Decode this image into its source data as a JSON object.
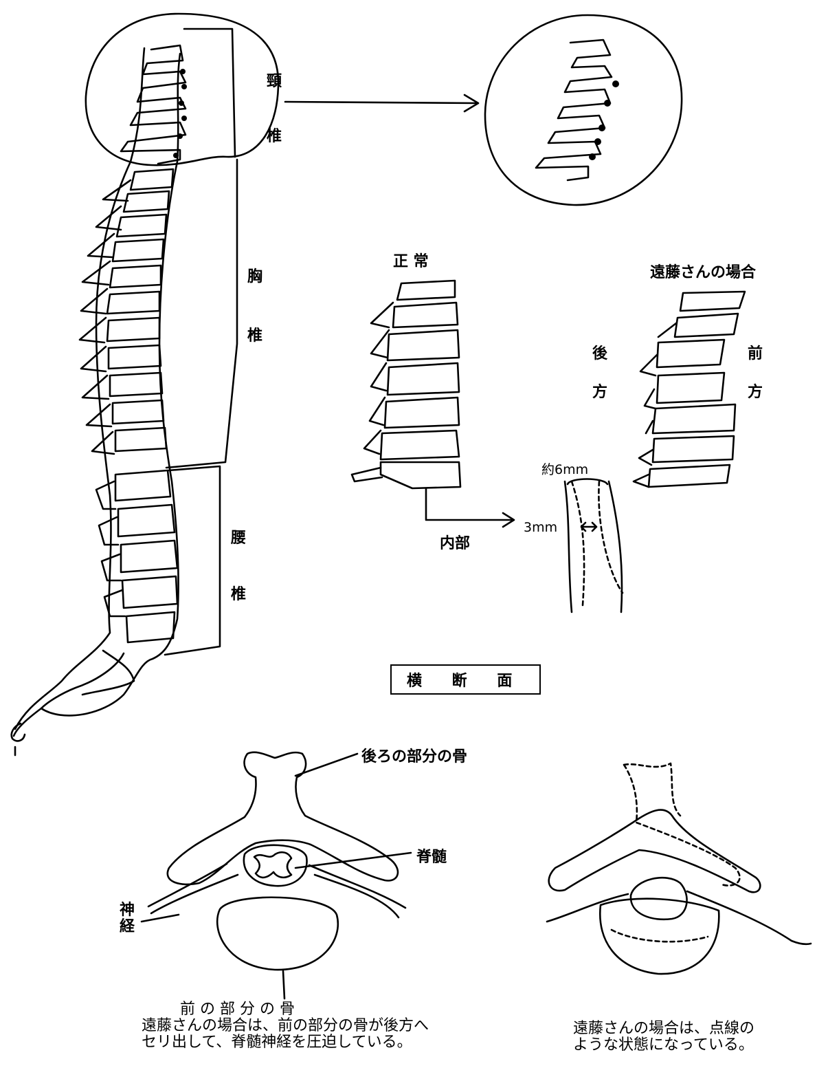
{
  "regions": {
    "cervical": [
      "頸",
      "椎"
    ],
    "thoracic": [
      "胸",
      "椎"
    ],
    "lumbar": [
      "腰",
      "椎"
    ]
  },
  "lateral_view": {
    "normal_label": "正 常",
    "patient_label": "遠藤さんの場合",
    "posterior": [
      "後",
      "方"
    ],
    "anterior": [
      "前",
      "方"
    ],
    "interior_label": "内部",
    "width_label": "約6mm",
    "narrow_label": "3mm"
  },
  "cross_section": {
    "heading": "横 断 面",
    "posterior_bone": "後ろの部分の骨",
    "spinal_cord": "脊髄",
    "nerve": [
      "神",
      "経"
    ],
    "anterior_bone": "前 の 部 分 の 骨",
    "caption_left": [
      "遠藤さんの場合は、前の部分の骨が後方へ",
      "セリ出して、脊髄神経を圧迫している。"
    ],
    "caption_right": [
      "遠藤さんの場合は、点線の",
      "ような状態になっている。"
    ]
  }
}
